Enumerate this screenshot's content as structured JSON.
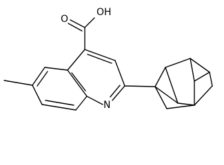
{
  "molecule": {
    "atom_labels": {
      "hydroxyl": "OH",
      "carbonyl_oxygen": "O",
      "ring_nitrogen": "N"
    },
    "substructures": [
      "carboxylic-acid",
      "quinoline",
      "methyl",
      "adamantyl"
    ],
    "colors": {
      "line": "#000000",
      "background": "#ffffff"
    }
  }
}
